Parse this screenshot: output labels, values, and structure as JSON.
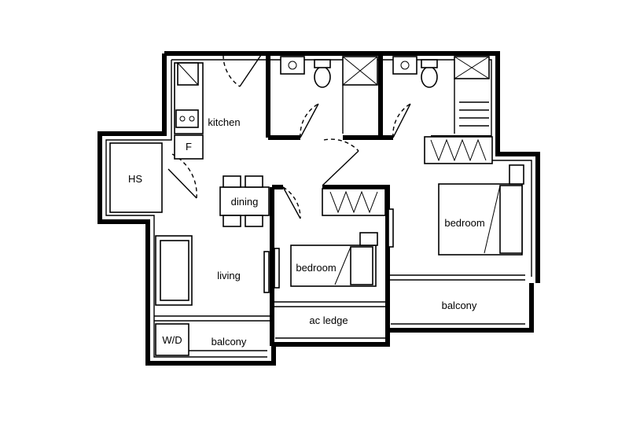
{
  "rooms": {
    "hs": "HS",
    "kitchen": "kitchen",
    "fridge": "F",
    "dining": "dining",
    "living": "living",
    "bedroom_small": "bedroom",
    "bedroom_master": "bedroom",
    "wd": "W/D",
    "balcony_left": "balcony",
    "ac_ledge": "ac ledge",
    "balcony_right": "balcony"
  },
  "colors": {
    "line": "#000000",
    "background": "#ffffff"
  }
}
